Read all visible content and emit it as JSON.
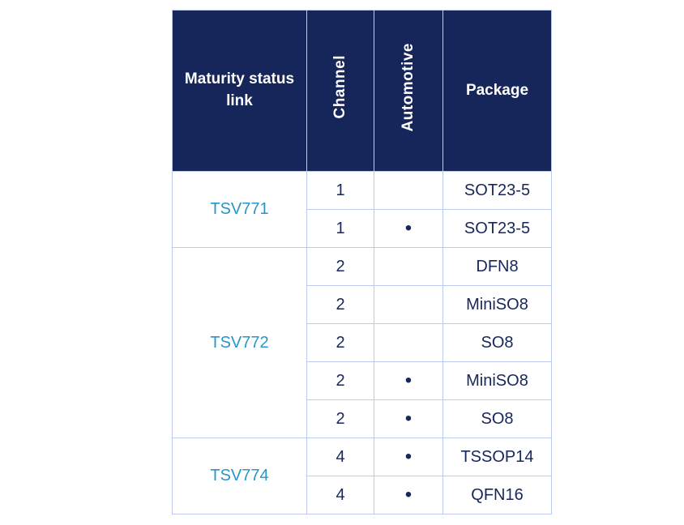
{
  "table": {
    "headers": {
      "maturity": "Maturity status link",
      "channel": "Channel",
      "automotive": "Automotive",
      "package": "Package"
    },
    "bullet_char": "•",
    "groups": [
      {
        "part": "TSV771",
        "rows": [
          {
            "channel": "1",
            "automotive": "",
            "package": "SOT23-5"
          },
          {
            "channel": "1",
            "automotive": "•",
            "package": "SOT23-5"
          }
        ]
      },
      {
        "part": "TSV772",
        "rows": [
          {
            "channel": "2",
            "automotive": "",
            "package": "DFN8"
          },
          {
            "channel": "2",
            "automotive": "",
            "package": "MiniSO8"
          },
          {
            "channel": "2",
            "automotive": "",
            "package": "SO8"
          },
          {
            "channel": "2",
            "automotive": "•",
            "package": "MiniSO8"
          },
          {
            "channel": "2",
            "automotive": "•",
            "package": "SO8"
          }
        ]
      },
      {
        "part": "TSV774",
        "rows": [
          {
            "channel": "4",
            "automotive": "•",
            "package": "TSSOP14"
          },
          {
            "channel": "4",
            "automotive": "•",
            "package": "QFN16"
          }
        ]
      }
    ],
    "colors": {
      "header_bg": "#17265b",
      "border": "#bccbf0",
      "link": "#2a95c6",
      "text": "#17265b"
    }
  }
}
